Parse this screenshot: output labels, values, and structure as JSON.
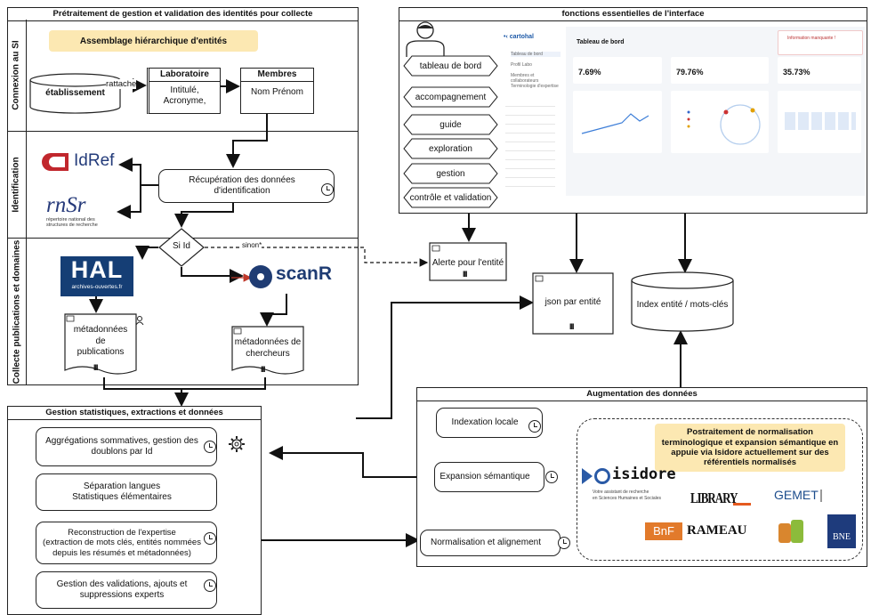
{
  "pretraitement": {
    "title": "Prétraitement de gestion et validation des identités pour collecte",
    "lanes": [
      "Connexion au SI",
      "Identification",
      "Collecte publications et domaines"
    ],
    "banner": "Assemblage hiérarchique d'entités",
    "etablissement": "établissement",
    "rattache": "rattache",
    "laboratoire": {
      "title": "Laboratoire",
      "fields": "Intitulé,\nAcronyme,"
    },
    "membres": {
      "title": "Membres",
      "fields": "Nom Prénom"
    },
    "recuperation": "Récupération des données d'identification",
    "si_id": "Si Id",
    "sinon": "sinon*",
    "meta_publications": "métadonnées\nde\npublications",
    "meta_chercheurs": "métadonnées de\nchercheurs",
    "logos": {
      "idref": "IdRef",
      "rnsr": "rnSr",
      "rnsr_sub": "répertoire national des\nstructures de recherche",
      "hal": "HAL",
      "hal_sub": "archives-ouvertes.fr",
      "scanr": "scanR"
    }
  },
  "interface": {
    "title": "fonctions essentielles de l'interface",
    "functions": [
      "tableau de bord",
      "accompagnement",
      "guide",
      "exploration",
      "gestion",
      "contrôle et validation"
    ],
    "screenshot": {
      "app": "cartohal",
      "heading": "Tableau de bord",
      "nav": [
        "Tableau de bord",
        "Profil Labo",
        "Membres et collaborateurs",
        "Terminologie d'expertise"
      ],
      "stats": [
        "7.69%",
        "79.76%",
        "35.73%"
      ],
      "alert": "Information manquante !"
    }
  },
  "alerte": "Alerte pour l'entité",
  "json": "json par entité",
  "index": "Index entité / mots-clés",
  "gestion": {
    "title": "Gestion statistiques, extractions et données",
    "items": [
      "Aggrégations sommatives, gestion des doublons par Id",
      "Séparation langues\nStatistiques élémentaires",
      "Reconstruction de l'expertise\n(extraction de mots clés, entités nommées\ndepuis les résumés et métadonnées)",
      "Gestion des validations, ajouts et\nsuppressions experts"
    ]
  },
  "augmentation": {
    "title": "Augmentation des données",
    "steps": [
      "Indexation locale",
      "Expansion sémantique",
      "Normalisation et alignement"
    ],
    "note": "Postraitement de normalisation terminologique et expansion sémantique en appuie via Isidore actuellement sur des référentiels normalisés",
    "logos": {
      "isidore": "isidore",
      "isidore_sub": "Votre assistant de recherche\nen Sciences Humaines et Sociales",
      "library": "LIBRARY",
      "gemet": "GEMET",
      "bnf": "BnF",
      "rameau": "RAMEAU",
      "bne": "BNE"
    }
  }
}
